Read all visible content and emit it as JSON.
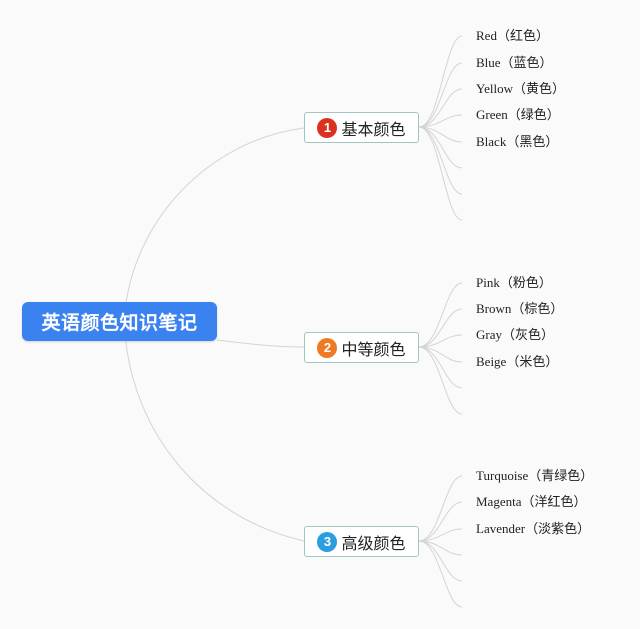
{
  "mindmap": {
    "root": {
      "title": "英语颜色知识笔记",
      "color": "#3b82f1"
    },
    "branches": [
      {
        "number": "1",
        "label": "基本颜色",
        "badge_color": "#d9321f",
        "leaves": [
          "Red（红色）",
          "Blue（蓝色）",
          "Yellow（黄色）",
          "Green（绿色）",
          "Black（黑色）"
        ]
      },
      {
        "number": "2",
        "label": "中等颜色",
        "badge_color": "#ee7a23",
        "leaves": [
          "Pink（粉色）",
          "Brown（棕色）",
          "Gray（灰色）",
          "Beige（米色）"
        ]
      },
      {
        "number": "3",
        "label": "高级颜色",
        "badge_color": "#2b9ee0",
        "leaves": [
          "Turquoise（青绿色）",
          "Magenta（洋红色）",
          "Lavender（淡紫色）"
        ]
      }
    ],
    "connector_color": "#cfd6d4",
    "branch_border_color": "#9fc6bf"
  }
}
